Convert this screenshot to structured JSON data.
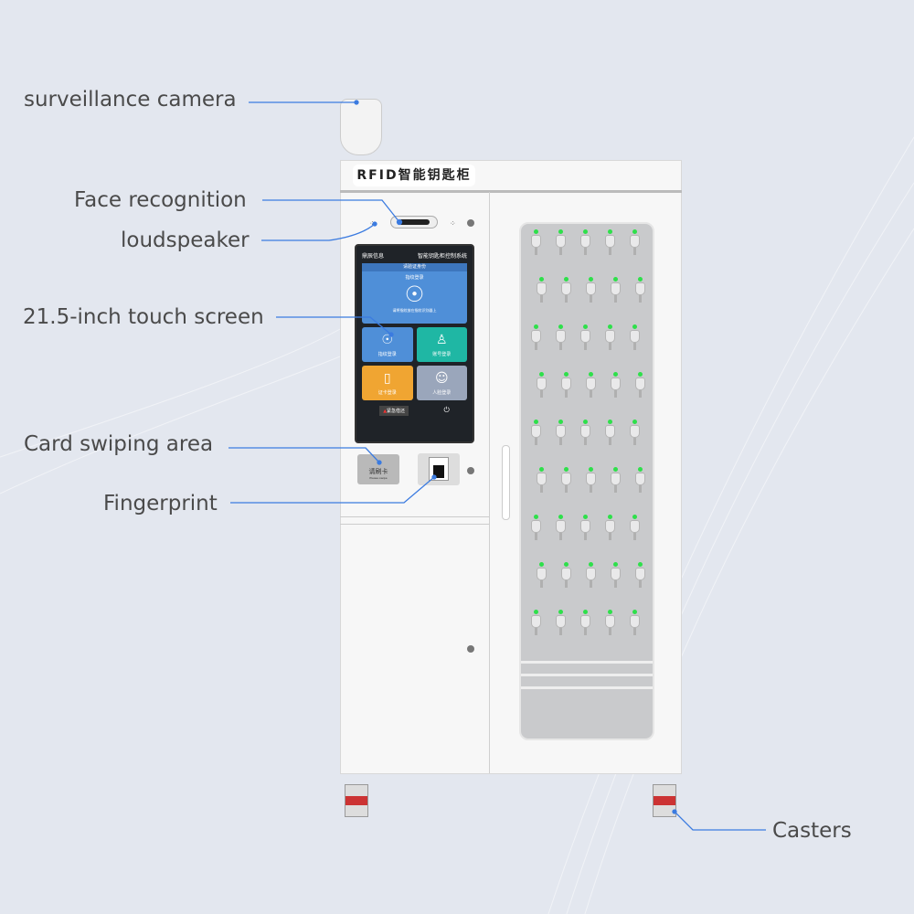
{
  "labels": {
    "camera": "surveillance camera",
    "face": "Face recognition",
    "speaker": "loudspeaker",
    "screen": "21.5-inch touch screen",
    "card": "Card swiping area",
    "fingerprint": "Fingerprint",
    "casters": "Casters"
  },
  "cabinet_label": "RFID智能钥匙柜",
  "screen": {
    "brand": "鼎辰信息",
    "system_title": "智能钥匙柜控制系统",
    "prompt": "请验证身份",
    "main_option": "指纹登录",
    "hint": "请将指纹放在指纹识别器上",
    "tiles": [
      {
        "label": "指纹登录",
        "color": "#4f8fd8",
        "icon": "fingerprint-icon"
      },
      {
        "label": "账号登录",
        "color": "#1fb7a4",
        "icon": "user-icon"
      },
      {
        "label": "证卡登录",
        "color": "#f0a532",
        "icon": "card-icon"
      },
      {
        "label": "人脸登录",
        "color": "#9aa6bb",
        "icon": "face-icon"
      }
    ],
    "emergency": "紧急借还"
  },
  "card_reader": {
    "label": "请刷卡",
    "sub": "Please swipe"
  },
  "accent": "#3b7be0"
}
